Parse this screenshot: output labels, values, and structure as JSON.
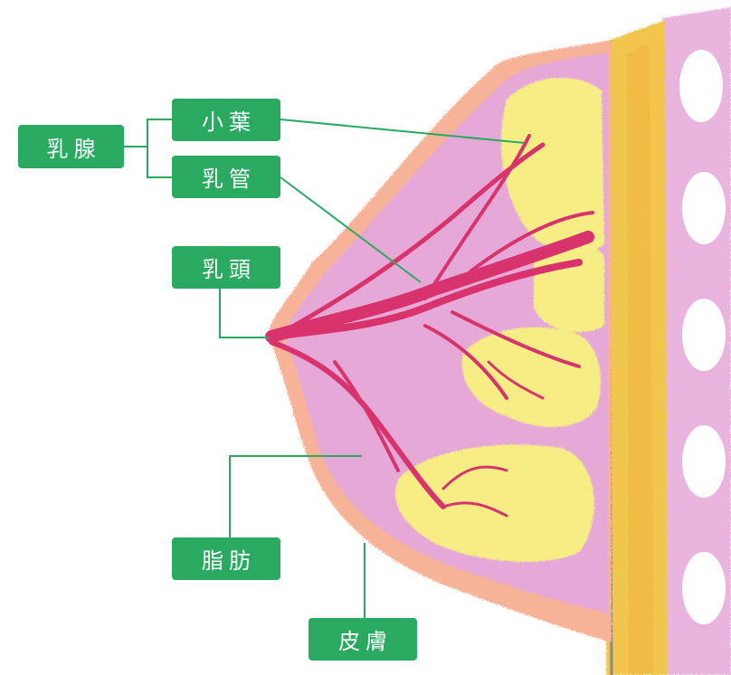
{
  "colors": {
    "label_bg": "#2aa961",
    "leader_line": "#2aa961",
    "label_text": "#ffffff",
    "skin": "#f4a58a",
    "tissue": "#e8a6d6",
    "fat": "#f4ec7c",
    "ducts": "#d9356e",
    "muscle": "#f1c349",
    "chest_wall": "#e7b0dc"
  },
  "labels": {
    "mammary_gland": "乳腺",
    "lobule": "小葉",
    "duct": "乳管",
    "nipple": "乳頭",
    "fat": "脂肪",
    "skin": "皮膚"
  }
}
